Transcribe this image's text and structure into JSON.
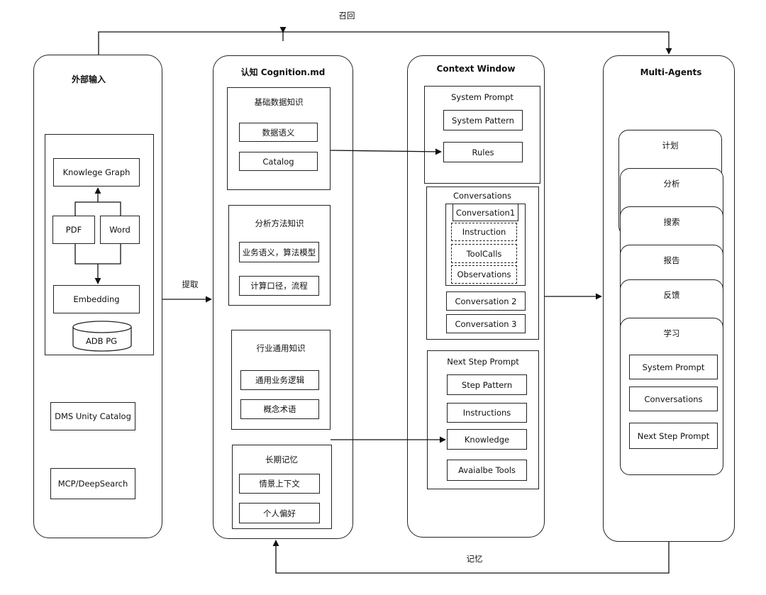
{
  "flow_labels": {
    "recall": "召回",
    "extract": "提取",
    "memory": "记忆"
  },
  "external": {
    "title": "外部输入",
    "knowledge_graph": "Knowlege Graph",
    "pdf": "PDF",
    "word": "Word",
    "embedding": "Embedding",
    "adb": "ADB PG",
    "dms": "DMS Unity Catalog",
    "mcp": "MCP/DeepSearch"
  },
  "cognition": {
    "title": "认知 Cognition.md",
    "groups": [
      {
        "title": "基础数据知识",
        "items": [
          "数据语义",
          "Catalog"
        ]
      },
      {
        "title": "分析方法知识",
        "items": [
          "业务语义，算法模型",
          "计算口径，流程"
        ]
      },
      {
        "title": "行业通用知识",
        "items": [
          "通用业务逻辑",
          "概念术语"
        ]
      },
      {
        "title": "长期记忆",
        "items": [
          "情景上下文",
          "个人偏好"
        ]
      }
    ]
  },
  "context": {
    "title": "Context Window",
    "system_prompt": {
      "title": "System Prompt",
      "items": [
        "System Pattern",
        "Rules"
      ]
    },
    "conversations": {
      "title": "Conversations",
      "conv1": "Conversation1",
      "inner": [
        "Instruction",
        "ToolCalls",
        "Observations"
      ],
      "others": [
        "Conversation 2",
        "Conversation 3"
      ]
    },
    "next_step": {
      "title": "Next Step Prompt",
      "items": [
        "Step Pattern",
        "Instructions",
        "Knowledge",
        "Avaialbe Tools"
      ]
    }
  },
  "agents": {
    "title": "Multi-Agents",
    "cards": [
      "计划",
      "分析",
      "搜索",
      "报告",
      "反馈",
      "学习"
    ],
    "inner": [
      "System Prompt",
      "Conversations",
      "Next Step Prompt"
    ]
  }
}
